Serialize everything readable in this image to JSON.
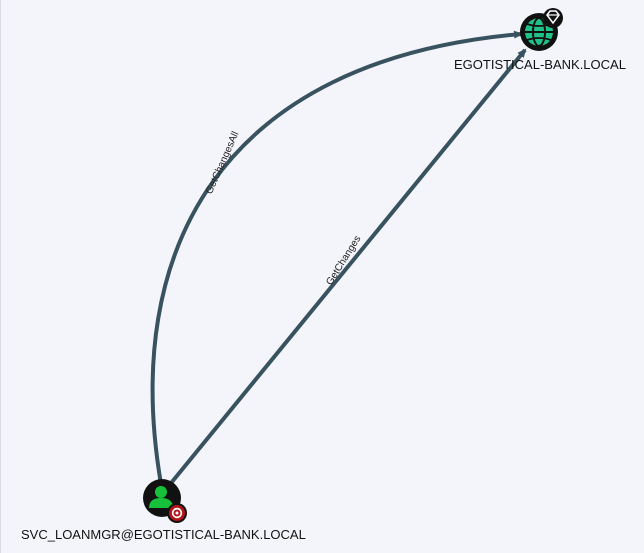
{
  "nodes": {
    "domain": {
      "label": "EGOTISTICAL-BANK.LOCAL",
      "icon": "globe-icon",
      "badge": "diamond-icon",
      "color": "#1fc38a"
    },
    "user": {
      "label": "SVC_LOANMGR@EGOTISTICAL-BANK.LOCAL",
      "icon": "user-icon",
      "badge": "target-icon",
      "color": "#17c13a",
      "badge_color": "#b3141b"
    }
  },
  "edges": [
    {
      "label": "GetChangesAll",
      "from": "user",
      "to": "domain"
    },
    {
      "label": "GetChanges",
      "from": "user",
      "to": "domain"
    }
  ],
  "colors": {
    "edge": "#38535f",
    "background": "#f4f5fa"
  }
}
